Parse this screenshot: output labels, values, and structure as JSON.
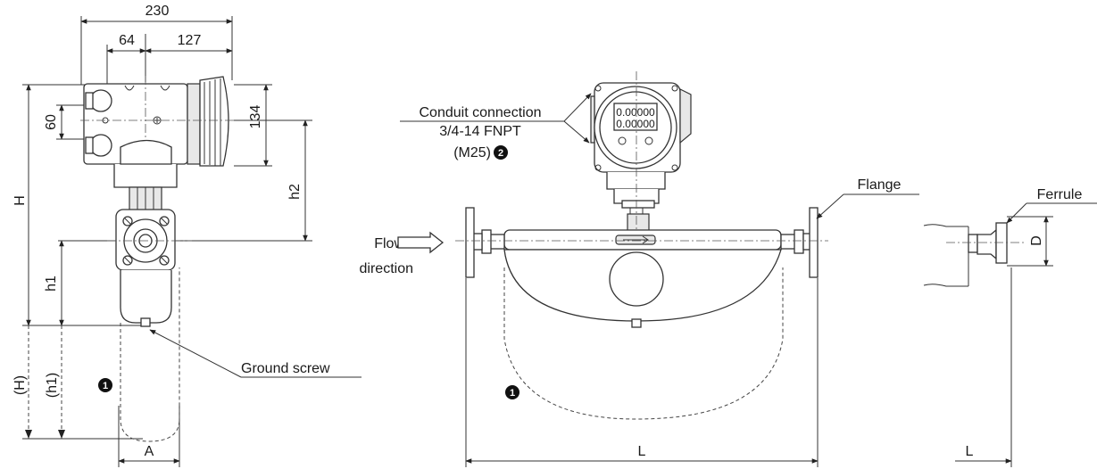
{
  "dimensions": {
    "width_230": "230",
    "width_64": "64",
    "width_127": "127",
    "height_60": "60",
    "height_134": "134",
    "h": "H",
    "h2": "h2",
    "h1": "h1",
    "h_paren": "(H)",
    "h1_paren": "(h1)",
    "a": "A",
    "l_main": "L",
    "l_side": "L",
    "d": "D"
  },
  "labels": {
    "conduit_line1": "Conduit connection",
    "conduit_line2": "3/4-14 FNPT",
    "conduit_line3": "(M25)",
    "flange": "Flange",
    "ferrule": "Ferrule",
    "flow_line1": "Flow",
    "flow_line2": "direction",
    "ground_screw": "Ground screw"
  },
  "display": {
    "line1": "0.00000",
    "line2": "0.00000"
  },
  "callouts": {
    "note1_left": "1",
    "note1_center": "1",
    "note2_conduit": "2"
  }
}
